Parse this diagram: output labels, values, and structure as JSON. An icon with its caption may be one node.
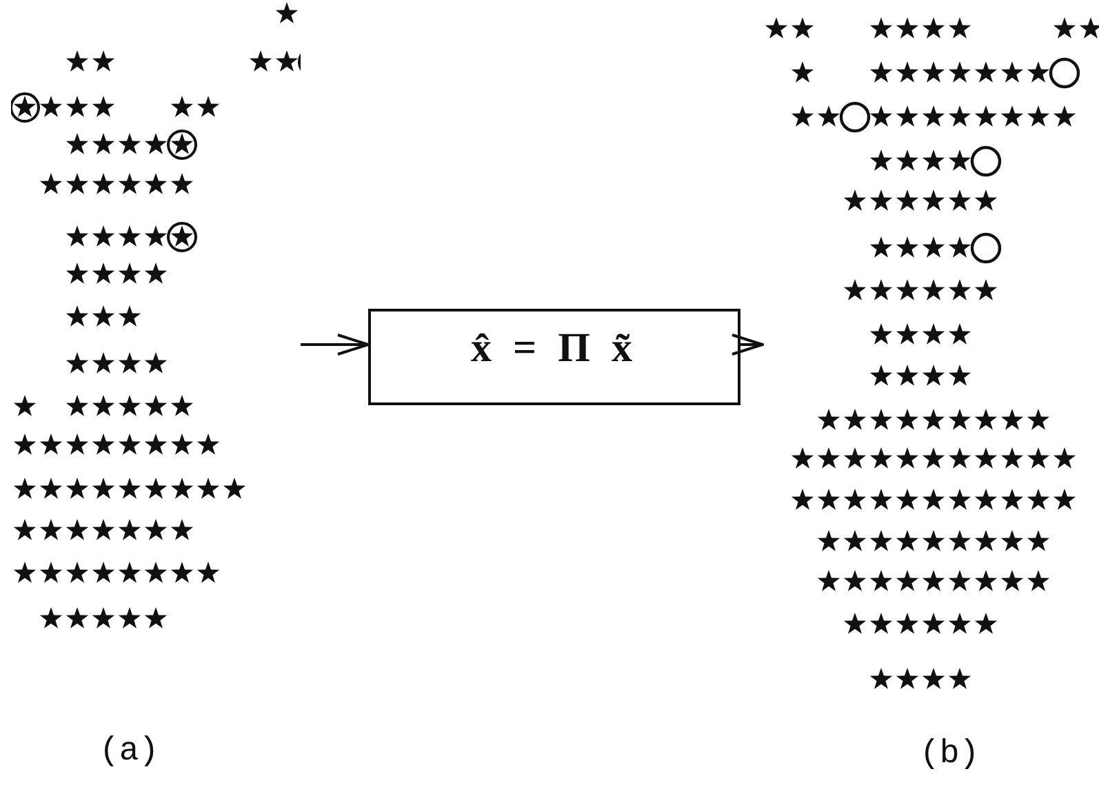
{
  "diagram": {
    "nodes": [
      {
        "text": [],
        "shape": "picture"
      },
      {
        "text": [
          "x̂ = Π x̃"
        ]
      },
      {
        "text": [],
        "shape": "picture"
      }
    ],
    "edges": [
      {
        "from": 0,
        "to": 1,
        "arrow": "to"
      },
      {
        "from": 1,
        "to": 2,
        "arrow": "to"
      }
    ],
    "labels": [
      "(a)",
      "(b)"
    ]
  }
}
